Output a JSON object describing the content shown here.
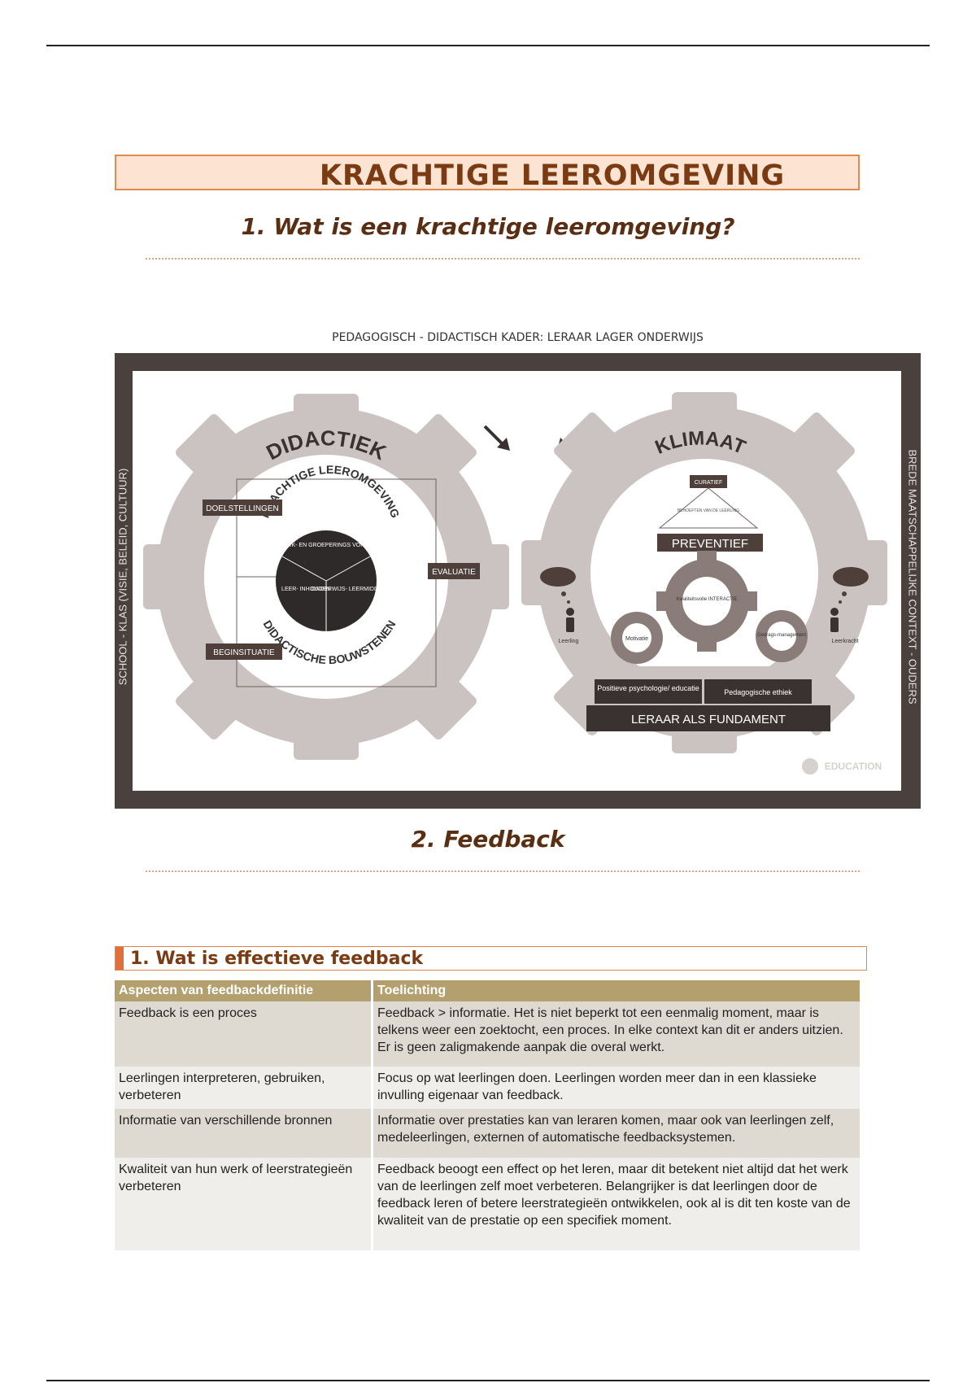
{
  "document": {
    "main_title": "KRACHTIGE LEEROMGEVING",
    "section1_heading": "1. Wat is een krachtige leeromgeving?",
    "section2_heading": "2. Feedback",
    "subsection_heading": "1. Wat is effectieve feedback"
  },
  "figure": {
    "caption": "PEDAGOGISCH - DIDACTISCH KADER: LERAAR LAGER ONDERWIJS",
    "left_side_text": "SCHOOL - KLAS (VISIE, BELEID, CULTUUR)",
    "right_side_text": "BREDE MAATSCHAPPELIJKE CONTEXT - OUDERS",
    "left_gear": {
      "title": "DIDACTIEK",
      "arc_top": "KRACHTIGE LEEROMGEVING",
      "arc_bottom": "DIDACTISCHE BOUWSTENEN",
      "doelstellingen": "DOELSTELLINGEN",
      "evaluatie": "EVALUATIE",
      "beginsituatie": "BEGINSITUATIE",
      "segment_top": "WERK- EN GROEPERINGS VORMEN",
      "segment_left": "LEER- INHOUDEN",
      "segment_right": "ONDERWIJS- LEERMIDDELEN"
    },
    "right_gear": {
      "title": "KLIMAAT",
      "curatief": "CURATIEF",
      "behoeften": "BEHOEFTEN VAN DE LEERLING",
      "preventief": "PREVENTIEF",
      "kwaliteit": "Kwaliteitsvolle INTERACTIE",
      "motivatie": "Motivatie",
      "gedrag": "Gedrags-management",
      "leerling": "Leerling",
      "leerkracht": "Leerkracht",
      "positieve": "Positieve psychologie/ educatie",
      "ethiek": "Pedagogische ethiek",
      "fundament": "LERAAR ALS FUNDAMENT",
      "brand": "EDUCATION"
    }
  },
  "table": {
    "headers": [
      "Aspecten van feedbackdefinitie",
      "Toelichting"
    ],
    "rows": [
      {
        "aspect": "Feedback is een proces",
        "toelichting": "Feedback > informatie. Het is niet beperkt tot een eenmalig moment, maar is telkens weer een zoektocht, een proces. In elke context kan dit er anders uitzien. Er is geen zaligmakende aanpak die overal werkt."
      },
      {
        "aspect": "Leerlingen interpreteren, gebruiken, verbeteren",
        "toelichting": "Focus op wat leerlingen doen. Leerlingen worden meer dan in een klassieke invulling eigenaar van feedback."
      },
      {
        "aspect": "Informatie van verschillende bronnen",
        "toelichting": "Informatie over prestaties kan van leraren komen, maar ook van leerlingen zelf, medeleerlingen, externen of automatische feedbacksystemen."
      },
      {
        "aspect": "Kwaliteit van hun werk of leerstrategieën verbeteren",
        "toelichting": "Feedback beoogt een effect op het leren, maar dit betekent niet altijd dat het werk van de leerlingen zelf moet verbeteren. Belangrijker is dat leerlingen door de feedback leren of betere leerstrategieën ontwikkelen, ook al is dit ten koste van de kwaliteit van de prestatie op een specifiek moment."
      }
    ]
  },
  "colors": {
    "frame": "#4a403d",
    "gear": "#cbc3c1",
    "dark_label": "#4e3f3b",
    "accent": "#e08a55",
    "table_header": "#b4a06e"
  }
}
